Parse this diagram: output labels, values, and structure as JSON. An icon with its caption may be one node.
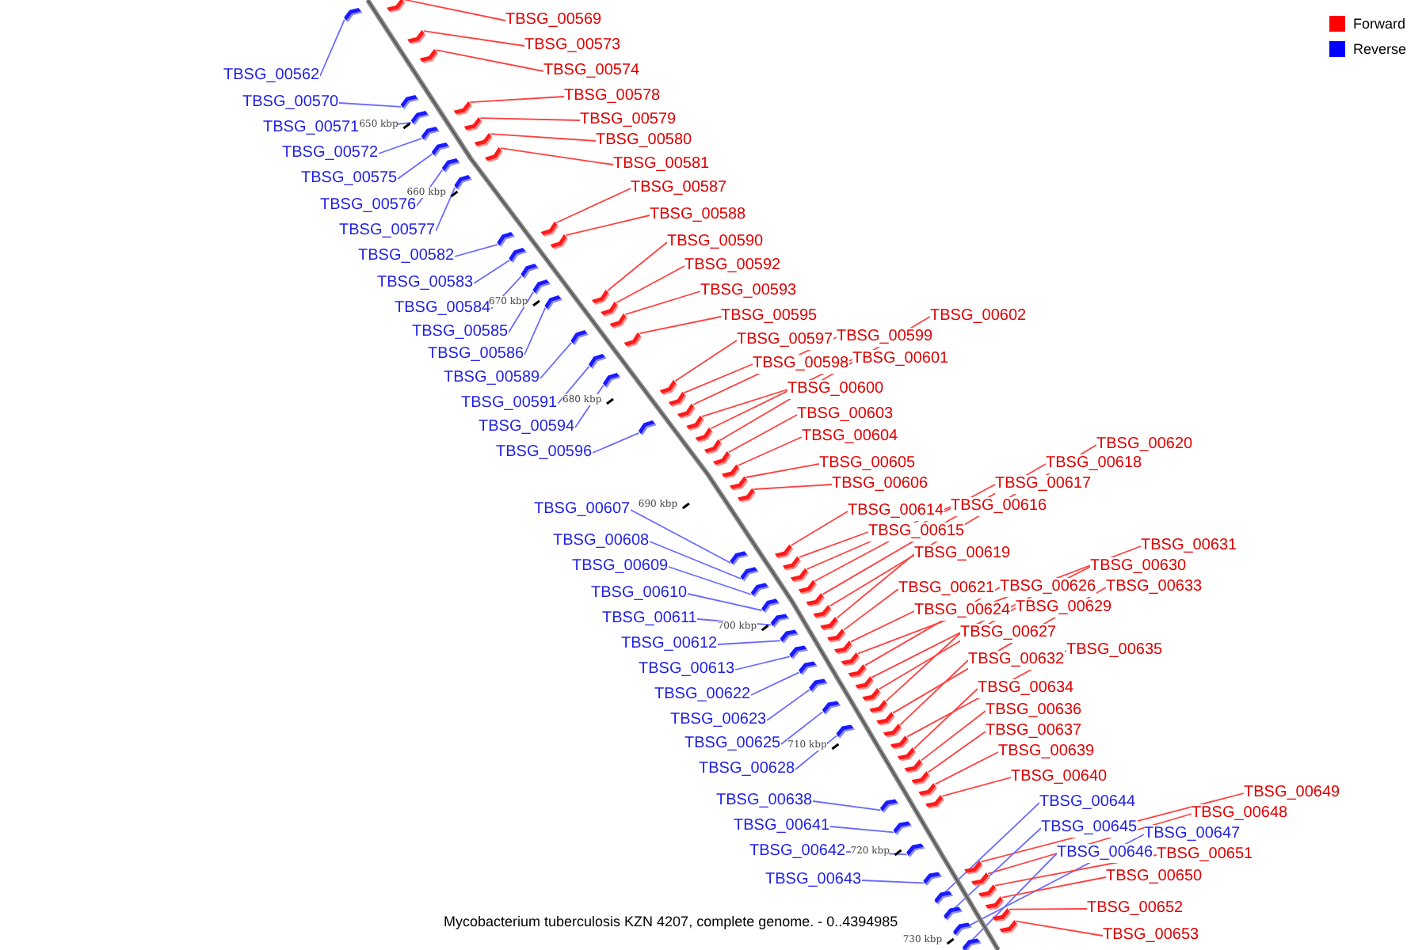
{
  "diagram": {
    "caption": "Mycobacterium tuberculosis KZN 4207, complete genome. - 0..4394985",
    "nodes": [
      {
        "text": [
          "TBSG_00562"
        ]
      },
      {
        "text": [
          "TBSG_00570"
        ]
      },
      {
        "text": [
          "TBSG_00571"
        ]
      },
      {
        "text": [
          "TBSG_00572"
        ]
      },
      {
        "text": [
          "TBSG_00575"
        ]
      },
      {
        "text": [
          "TBSG_00576"
        ]
      },
      {
        "text": [
          "TBSG_00577"
        ]
      },
      {
        "text": [
          "TBSG_00582"
        ]
      },
      {
        "text": [
          "TBSG_00583"
        ]
      },
      {
        "text": [
          "TBSG_00584"
        ]
      },
      {
        "text": [
          "TBSG_00585"
        ]
      },
      {
        "text": [
          "TBSG_00586"
        ]
      },
      {
        "text": [
          "TBSG_00589"
        ]
      },
      {
        "text": [
          "TBSG_00591"
        ]
      },
      {
        "text": [
          "TBSG_00594"
        ]
      },
      {
        "text": [
          "TBSG_00596"
        ]
      },
      {
        "text": [
          "TBSG_00607"
        ]
      },
      {
        "text": [
          "TBSG_00608"
        ]
      },
      {
        "text": [
          "TBSG_00609"
        ]
      },
      {
        "text": [
          "TBSG_00610"
        ]
      },
      {
        "text": [
          "TBSG_00611"
        ]
      },
      {
        "text": [
          "TBSG_00612"
        ]
      },
      {
        "text": [
          "TBSG_00613"
        ]
      },
      {
        "text": [
          "TBSG_00622"
        ]
      },
      {
        "text": [
          "TBSG_00623"
        ]
      },
      {
        "text": [
          "TBSG_00625"
        ]
      },
      {
        "text": [
          "TBSG_00628"
        ]
      },
      {
        "text": [
          "TBSG_00638"
        ]
      },
      {
        "text": [
          "TBSG_00641"
        ]
      },
      {
        "text": [
          "TBSG_00642"
        ]
      },
      {
        "text": [
          "TBSG_00643"
        ]
      },
      {
        "text": [
          "TBSG_00569"
        ]
      },
      {
        "text": [
          "TBSG_00573"
        ]
      },
      {
        "text": [
          "TBSG_00574"
        ]
      },
      {
        "text": [
          "TBSG_00578"
        ]
      },
      {
        "text": [
          "TBSG_00579"
        ]
      },
      {
        "text": [
          "TBSG_00580"
        ]
      },
      {
        "text": [
          "TBSG_00581"
        ]
      },
      {
        "text": [
          "TBSG_00587"
        ]
      },
      {
        "text": [
          "TBSG_00588"
        ]
      },
      {
        "text": [
          "TBSG_00590"
        ]
      },
      {
        "text": [
          "TBSG_00592"
        ]
      },
      {
        "text": [
          "TBSG_00593"
        ]
      },
      {
        "text": [
          "TBSG_00595"
        ]
      },
      {
        "text": [
          "TBSG_00602"
        ]
      },
      {
        "text": [
          "TBSG_00597"
        ]
      },
      {
        "text": [
          "TBSG_00599"
        ]
      },
      {
        "text": [
          "TBSG_00598"
        ]
      },
      {
        "text": [
          "TBSG_00601"
        ]
      },
      {
        "text": [
          "TBSG_00600"
        ]
      },
      {
        "text": [
          "TBSG_00603"
        ]
      },
      {
        "text": [
          "TBSG_00604"
        ]
      },
      {
        "text": [
          "TBSG_00620"
        ]
      },
      {
        "text": [
          "TBSG_00605"
        ]
      },
      {
        "text": [
          "TBSG_00618"
        ]
      },
      {
        "text": [
          "TBSG_00606"
        ]
      },
      {
        "text": [
          "TBSG_00617"
        ]
      },
      {
        "text": [
          "TBSG_00616"
        ]
      },
      {
        "text": [
          "TBSG_00614"
        ]
      },
      {
        "text": [
          "TBSG_00615"
        ]
      },
      {
        "text": [
          "TBSG_00619"
        ]
      },
      {
        "text": [
          "TBSG_00631"
        ]
      },
      {
        "text": [
          "TBSG_00630"
        ]
      },
      {
        "text": [
          "TBSG_00621"
        ]
      },
      {
        "text": [
          "TBSG_00626"
        ]
      },
      {
        "text": [
          "TBSG_00633"
        ]
      },
      {
        "text": [
          "TBSG_00624"
        ]
      },
      {
        "text": [
          "TBSG_00629"
        ]
      },
      {
        "text": [
          "TBSG_00627"
        ]
      },
      {
        "text": [
          "TBSG_00635"
        ]
      },
      {
        "text": [
          "TBSG_00632"
        ]
      },
      {
        "text": [
          "TBSG_00634"
        ]
      },
      {
        "text": [
          "TBSG_00636"
        ]
      },
      {
        "text": [
          "TBSG_00637"
        ]
      },
      {
        "text": [
          "TBSG_00639"
        ]
      },
      {
        "text": [
          "TBSG_00640"
        ]
      },
      {
        "text": [
          "TBSG_00649"
        ]
      },
      {
        "text": [
          "TBSG_00644"
        ]
      },
      {
        "text": [
          "TBSG_00648"
        ]
      },
      {
        "text": [
          "TBSG_00645"
        ]
      },
      {
        "text": [
          "TBSG_00647"
        ]
      },
      {
        "text": [
          "TBSG_00646"
        ]
      },
      {
        "text": [
          "TBSG_00651"
        ]
      },
      {
        "text": [
          "TBSG_00650"
        ]
      },
      {
        "text": [
          "TBSG_00652"
        ]
      },
      {
        "text": [
          "TBSG_00653"
        ]
      },
      {
        "text": [],
        "shape": "box"
      },
      {
        "text": [],
        "shape": "box"
      },
      {
        "text": [],
        "shape": "box"
      },
      {
        "text": [],
        "shape": "box"
      },
      {
        "text": [],
        "shape": "box"
      },
      {
        "text": [],
        "shape": "box"
      },
      {
        "text": [],
        "shape": "box"
      },
      {
        "text": [],
        "shape": "box"
      },
      {
        "text": [],
        "shape": "box"
      },
      {
        "text": [],
        "shape": "box"
      },
      {
        "text": [],
        "shape": "box"
      },
      {
        "text": [],
        "shape": "box"
      },
      {
        "text": [],
        "shape": "box"
      },
      {
        "text": [],
        "shape": "box"
      },
      {
        "text": [],
        "shape": "box"
      },
      {
        "text": [],
        "shape": "box"
      },
      {
        "text": [],
        "shape": "box"
      },
      {
        "text": [],
        "shape": "box"
      },
      {
        "text": [],
        "shape": "box"
      },
      {
        "text": [],
        "shape": "box"
      },
      {
        "text": [],
        "shape": "box"
      },
      {
        "text": [],
        "shape": "box"
      },
      {
        "text": [],
        "shape": "box"
      },
      {
        "text": [],
        "shape": "box"
      },
      {
        "text": [],
        "shape": "box"
      },
      {
        "text": [],
        "shape": "box"
      },
      {
        "text": [],
        "shape": "box"
      },
      {
        "text": [],
        "shape": "box"
      },
      {
        "text": [],
        "shape": "box"
      },
      {
        "text": [],
        "shape": "box"
      },
      {
        "text": [],
        "shape": "box"
      },
      {
        "text": [],
        "shape": "box"
      },
      {
        "text": [],
        "shape": "box"
      },
      {
        "text": [],
        "shape": "box"
      },
      {
        "text": [],
        "shape": "box"
      },
      {
        "text": [],
        "shape": "box"
      },
      {
        "text": [],
        "shape": "box"
      },
      {
        "text": [],
        "shape": "box"
      },
      {
        "text": [],
        "shape": "box"
      },
      {
        "text": [],
        "shape": "box"
      },
      {
        "text": [],
        "shape": "box"
      },
      {
        "text": [],
        "shape": "box"
      },
      {
        "text": [],
        "shape": "box"
      },
      {
        "text": [],
        "shape": "box"
      },
      {
        "text": [],
        "shape": "box"
      },
      {
        "text": [],
        "shape": "box"
      },
      {
        "text": [],
        "shape": "box"
      },
      {
        "text": [],
        "shape": "box"
      },
      {
        "text": [],
        "shape": "box"
      },
      {
        "text": [],
        "shape": "box"
      },
      {
        "text": [],
        "shape": "box"
      },
      {
        "text": [],
        "shape": "box"
      },
      {
        "text": [],
        "shape": "box"
      },
      {
        "text": [],
        "shape": "box"
      },
      {
        "text": [],
        "shape": "box"
      },
      {
        "text": [],
        "shape": "box"
      },
      {
        "text": [],
        "shape": "box"
      },
      {
        "text": [],
        "shape": "box"
      },
      {
        "text": [],
        "shape": "box"
      },
      {
        "text": [],
        "shape": "box"
      },
      {
        "text": [],
        "shape": "box"
      },
      {
        "text": [],
        "shape": "box"
      },
      {
        "text": [],
        "shape": "box"
      },
      {
        "text": [],
        "shape": "box"
      },
      {
        "text": [],
        "shape": "box"
      },
      {
        "text": [],
        "shape": "box"
      },
      {
        "text": [],
        "shape": "box"
      },
      {
        "text": [],
        "shape": "box"
      },
      {
        "text": [],
        "shape": "box"
      },
      {
        "text": [],
        "shape": "box"
      },
      {
        "text": [],
        "shape": "box"
      },
      {
        "text": [],
        "shape": "box"
      },
      {
        "text": [],
        "shape": "box"
      },
      {
        "text": [],
        "shape": "box"
      },
      {
        "text": [],
        "shape": "box"
      },
      {
        "text": [],
        "shape": "box"
      },
      {
        "text": [],
        "shape": "box"
      },
      {
        "text": [],
        "shape": "box"
      },
      {
        "text": [],
        "shape": "box"
      },
      {
        "text": [],
        "shape": "box"
      },
      {
        "text": [],
        "shape": "box"
      },
      {
        "text": [],
        "shape": "box"
      },
      {
        "text": [],
        "shape": "box"
      },
      {
        "text": [],
        "shape": "box"
      },
      {
        "text": [],
        "shape": "box"
      },
      {
        "text": [],
        "shape": "box"
      }
    ],
    "edges": [
      {
        "from": 0,
        "to": 86,
        "arrow": "none",
        "color": "#6a6aff"
      },
      {
        "from": 1,
        "to": 87,
        "arrow": "none",
        "color": "#6a6aff"
      },
      {
        "from": 2,
        "to": 88,
        "arrow": "none",
        "color": "#6a6aff"
      },
      {
        "from": 3,
        "to": 89,
        "arrow": "none",
        "color": "#6a6aff"
      },
      {
        "from": 4,
        "to": 90,
        "arrow": "none",
        "color": "#6a6aff"
      },
      {
        "from": 5,
        "to": 91,
        "arrow": "none",
        "color": "#6a6aff"
      },
      {
        "from": 6,
        "to": 92,
        "arrow": "none",
        "color": "#6a6aff"
      },
      {
        "from": 7,
        "to": 93,
        "arrow": "none",
        "color": "#6a6aff"
      },
      {
        "from": 8,
        "to": 94,
        "arrow": "none",
        "color": "#6a6aff"
      },
      {
        "from": 9,
        "to": 95,
        "arrow": "none",
        "color": "#6a6aff"
      },
      {
        "from": 10,
        "to": 96,
        "arrow": "none",
        "color": "#6a6aff"
      },
      {
        "from": 11,
        "to": 97,
        "arrow": "none",
        "color": "#6a6aff"
      },
      {
        "from": 12,
        "to": 98,
        "arrow": "none",
        "color": "#6a6aff"
      },
      {
        "from": 13,
        "to": 99,
        "arrow": "none",
        "color": "#6a6aff"
      },
      {
        "from": 14,
        "to": 100,
        "arrow": "none",
        "color": "#6a6aff"
      },
      {
        "from": 15,
        "to": 101,
        "arrow": "none",
        "color": "#6a6aff"
      },
      {
        "from": 16,
        "to": 102,
        "arrow": "none",
        "color": "#6a6aff"
      },
      {
        "from": 17,
        "to": 103,
        "arrow": "none",
        "color": "#6a6aff"
      },
      {
        "from": 18,
        "to": 104,
        "arrow": "none",
        "color": "#6a6aff"
      },
      {
        "from": 19,
        "to": 105,
        "arrow": "none",
        "color": "#6a6aff"
      },
      {
        "from": 20,
        "to": 106,
        "arrow": "none",
        "color": "#6a6aff"
      },
      {
        "from": 21,
        "to": 107,
        "arrow": "none",
        "color": "#6a6aff"
      },
      {
        "from": 22,
        "to": 108,
        "arrow": "none",
        "color": "#6a6aff"
      },
      {
        "from": 23,
        "to": 109,
        "arrow": "none",
        "color": "#6a6aff"
      },
      {
        "from": 24,
        "to": 110,
        "arrow": "none",
        "color": "#6a6aff"
      },
      {
        "from": 25,
        "to": 111,
        "arrow": "none",
        "color": "#6a6aff"
      },
      {
        "from": 26,
        "to": 112,
        "arrow": "none",
        "color": "#6a6aff"
      },
      {
        "from": 27,
        "to": 113,
        "arrow": "none",
        "color": "#6a6aff"
      },
      {
        "from": 28,
        "to": 114,
        "arrow": "none",
        "color": "#6a6aff"
      },
      {
        "from": 29,
        "to": 115,
        "arrow": "none",
        "color": "#6a6aff"
      },
      {
        "from": 30,
        "to": 116,
        "arrow": "none",
        "color": "#6a6aff"
      },
      {
        "from": 31,
        "to": 117,
        "arrow": "none"
      },
      {
        "from": 32,
        "to": 118,
        "arrow": "none"
      },
      {
        "from": 33,
        "to": 119,
        "arrow": "none"
      },
      {
        "from": 34,
        "to": 120,
        "arrow": "none"
      },
      {
        "from": 35,
        "to": 121,
        "arrow": "none"
      },
      {
        "from": 36,
        "to": 122,
        "arrow": "none"
      },
      {
        "from": 37,
        "to": 123,
        "arrow": "none"
      },
      {
        "from": 38,
        "to": 124,
        "arrow": "none"
      },
      {
        "from": 39,
        "to": 125,
        "arrow": "none"
      },
      {
        "from": 40,
        "to": 126,
        "arrow": "none"
      },
      {
        "from": 41,
        "to": 127,
        "arrow": "none"
      },
      {
        "from": 42,
        "to": 128,
        "arrow": "none"
      },
      {
        "from": 43,
        "to": 129,
        "arrow": "none"
      },
      {
        "from": 44,
        "to": 130,
        "arrow": "none"
      },
      {
        "from": 45,
        "to": 131,
        "arrow": "none"
      },
      {
        "from": 46,
        "to": 132,
        "arrow": "none"
      },
      {
        "from": 47,
        "to": 133,
        "arrow": "none"
      },
      {
        "from": 48,
        "to": 134,
        "arrow": "none"
      },
      {
        "from": 49,
        "to": 135,
        "arrow": "none"
      },
      {
        "from": 50,
        "to": 136,
        "arrow": "none"
      },
      {
        "from": 51,
        "to": 137,
        "arrow": "none"
      },
      {
        "from": 52,
        "to": 138,
        "arrow": "none"
      },
      {
        "from": 53,
        "to": 139,
        "arrow": "none"
      },
      {
        "from": 54,
        "to": 140,
        "arrow": "none"
      },
      {
        "from": 55,
        "to": 141,
        "arrow": "none"
      },
      {
        "from": 56,
        "to": 142,
        "arrow": "none"
      },
      {
        "from": 57,
        "to": 143,
        "arrow": "none"
      },
      {
        "from": 58,
        "to": 144,
        "arrow": "none"
      },
      {
        "from": 59,
        "to": 145,
        "arrow": "none"
      },
      {
        "from": 60,
        "to": 146,
        "arrow": "none"
      },
      {
        "from": 61,
        "to": 147,
        "arrow": "none"
      },
      {
        "from": 62,
        "to": 148,
        "arrow": "none"
      },
      {
        "from": 63,
        "to": 149,
        "arrow": "none"
      },
      {
        "from": 64,
        "to": 150,
        "arrow": "none"
      },
      {
        "from": 65,
        "to": 151,
        "arrow": "none"
      },
      {
        "from": 66,
        "to": 152,
        "arrow": "none"
      },
      {
        "from": 67,
        "to": 153,
        "arrow": "none"
      },
      {
        "from": 68,
        "to": 154,
        "arrow": "none"
      },
      {
        "from": 69,
        "to": 155,
        "arrow": "none"
      },
      {
        "from": 70,
        "to": 156,
        "arrow": "none"
      },
      {
        "from": 71,
        "to": 157,
        "arrow": "none"
      },
      {
        "from": 72,
        "to": 158,
        "arrow": "none"
      },
      {
        "from": 73,
        "to": 159,
        "arrow": "none"
      },
      {
        "from": 74,
        "to": 160,
        "arrow": "none"
      },
      {
        "from": 75,
        "to": 161,
        "arrow": "none"
      },
      {
        "from": 76,
        "to": 162,
        "arrow": "none"
      },
      {
        "from": 77,
        "to": 163,
        "arrow": "none",
        "color": "#6a6aff"
      },
      {
        "from": 78,
        "to": 164,
        "arrow": "none"
      },
      {
        "from": 79,
        "to": 165,
        "arrow": "none",
        "color": "#6a6aff"
      },
      {
        "from": 80,
        "to": 166,
        "arrow": "none",
        "color": "#6a6aff"
      },
      {
        "from": 81,
        "to": 167,
        "arrow": "none",
        "color": "#6a6aff"
      },
      {
        "from": 82,
        "to": 168,
        "arrow": "none"
      },
      {
        "from": 83,
        "to": 169,
        "arrow": "none"
      },
      {
        "from": 84,
        "to": 170,
        "arrow": "none"
      },
      {
        "from": 85,
        "to": 171,
        "arrow": "none"
      }
    ],
    "labels": [
      "650 kbp",
      "660 kbp",
      "670 kbp",
      "680 kbp",
      "690 kbp",
      "700 kbp",
      "710 kbp",
      "720 kbp",
      "730 kbp"
    ],
    "legend": [
      {
        "text": "Forward",
        "color": "#ff0000"
      },
      {
        "text": "Reverse",
        "color": "#0000ff"
      }
    ]
  }
}
